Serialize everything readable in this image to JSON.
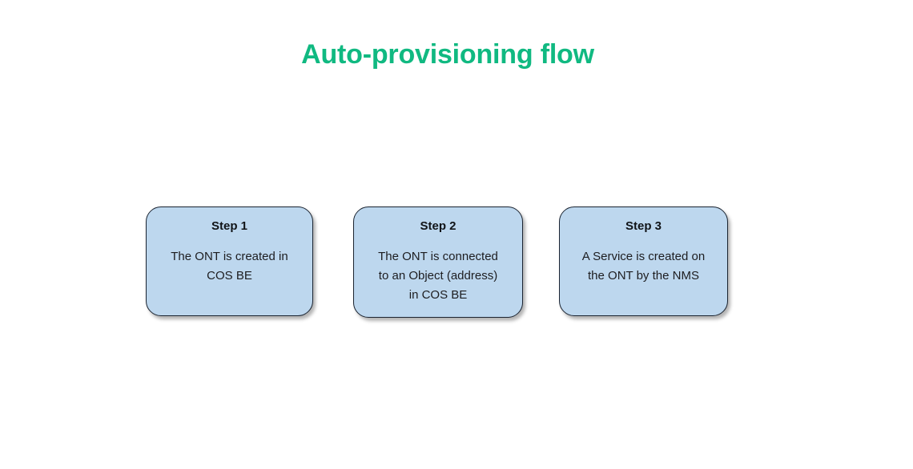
{
  "slide": {
    "title": "Auto-provisioning flow",
    "background_color": "#ffffff",
    "title_color": "#10b981"
  },
  "theme": {
    "box_fill": "#bdd7ee",
    "box_border": "#1b2431",
    "text_color": "#1d1d20",
    "accent": "#10b981"
  },
  "flow": {
    "steps": [
      {
        "heading": "Step 1",
        "body": "The ONT is created in\nCOS BE"
      },
      {
        "heading": "Step 2",
        "body": "The ONT is connected\nto an Object (address)\nin COS BE"
      },
      {
        "heading": "Step 3",
        "body": "A Service is created on\nthe ONT by the NMS"
      }
    ]
  }
}
